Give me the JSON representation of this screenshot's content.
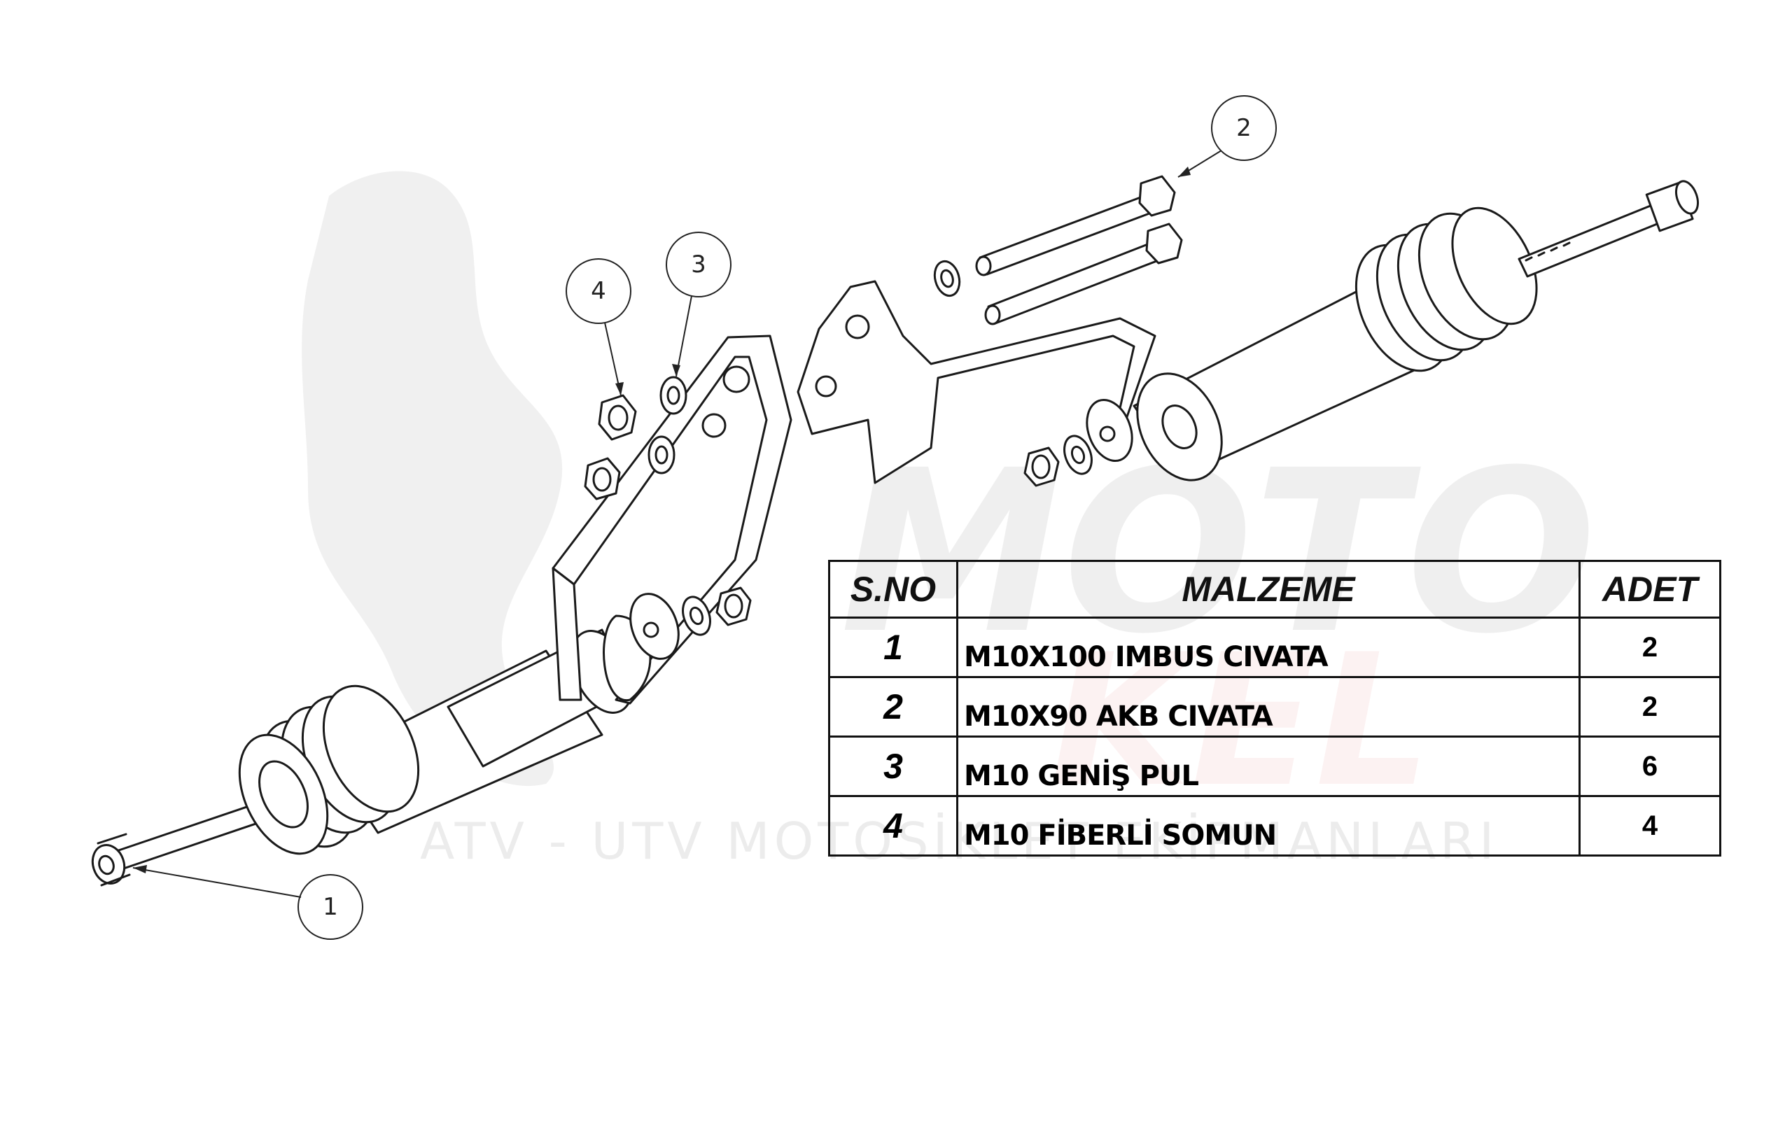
{
  "watermark": {
    "brand": "MOTO",
    "brand2": "KEL",
    "tagline": "ATV - UTV MOTOSİKLET EKİPMANLARI"
  },
  "balloons": [
    {
      "num": "1"
    },
    {
      "num": "2"
    },
    {
      "num": "3"
    },
    {
      "num": "4"
    }
  ],
  "bom": {
    "headers": {
      "no": "S.NO",
      "name": "MALZEME",
      "qty": "ADET"
    },
    "rows": [
      {
        "no": "1",
        "name": "M10X100 IMBUS CIVATA",
        "qty": "2"
      },
      {
        "no": "2",
        "name": "M10X90 AKB CIVATA",
        "qty": "2"
      },
      {
        "no": "3",
        "name": "M10 GENİŞ PUL",
        "qty": "6"
      },
      {
        "no": "4",
        "name": "M10 FİBERLİ SOMUN",
        "qty": "4"
      }
    ]
  }
}
